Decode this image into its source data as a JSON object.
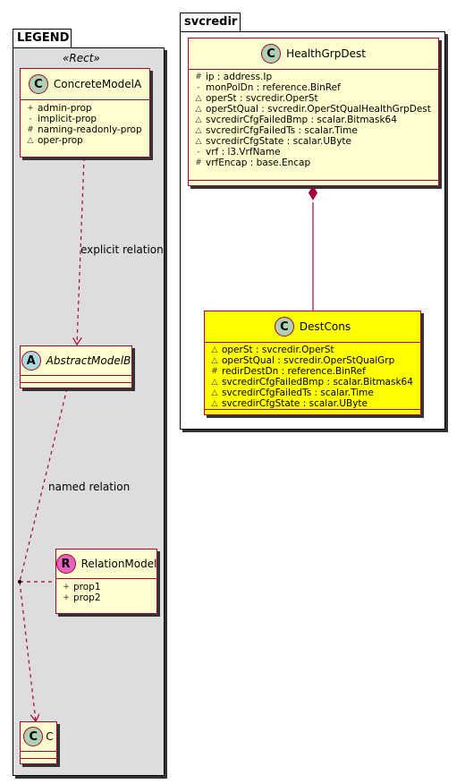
{
  "legend": {
    "title": "LEGEND",
    "stereotype": "«Rect»",
    "concrete": {
      "badge": "C",
      "name": "ConcreteModelA",
      "attrs": [
        {
          "vis": "+",
          "text": "admin-prop"
        },
        {
          "vis": "-",
          "text": "implicit-prop"
        },
        {
          "vis": "#",
          "text": "naming-readonly-prop"
        },
        {
          "vis": "△",
          "text": "oper-prop"
        }
      ]
    },
    "abstract": {
      "badge": "A",
      "name": "AbstractModelB"
    },
    "relation": {
      "badge": "R",
      "name": "RelationModel",
      "attrs": [
        {
          "vis": "+",
          "text": "prop1"
        },
        {
          "vis": "+",
          "text": "prop2"
        }
      ]
    },
    "c": {
      "badge": "C",
      "name": "C"
    },
    "explicit_label": "explicit relation",
    "named_label": "named relation"
  },
  "svcredir": {
    "title": "svcredir",
    "health": {
      "badge": "C",
      "name": "HealthGrpDest",
      "attrs": [
        {
          "vis": "#",
          "text": "ip : address.Ip"
        },
        {
          "vis": "-",
          "text": "monPolDn : reference.BinRef"
        },
        {
          "vis": "△",
          "text": "operSt : svcredir.OperSt"
        },
        {
          "vis": "△",
          "text": "operStQual : svcredir.OperStQualHealthGrpDest"
        },
        {
          "vis": "△",
          "text": "svcredirCfgFailedBmp : scalar.Bitmask64"
        },
        {
          "vis": "△",
          "text": "svcredirCfgFailedTs : scalar.Time"
        },
        {
          "vis": "△",
          "text": "svcredirCfgState : scalar.UByte"
        },
        {
          "vis": "-",
          "text": "vrf : l3.VrfName"
        },
        {
          "vis": "#",
          "text": "vrfEncap : base.Encap"
        }
      ]
    },
    "destcons": {
      "badge": "C",
      "name": "DestCons",
      "attrs": [
        {
          "vis": "△",
          "text": "operSt : svcredir.OperSt"
        },
        {
          "vis": "△",
          "text": "operStQual : svcredir.OperStQualGrp"
        },
        {
          "vis": "#",
          "text": "redirDestDn : reference.BinRef"
        },
        {
          "vis": "△",
          "text": "svcredirCfgFailedBmp : scalar.Bitmask64"
        },
        {
          "vis": "△",
          "text": "svcredirCfgFailedTs : scalar.Time"
        },
        {
          "vis": "△",
          "text": "svcredirCfgState : scalar.UByte"
        }
      ]
    }
  },
  "colors": {
    "class_fill": "#fefece",
    "class_border": "#a80036",
    "highlight_fill": "#ffff00",
    "badge_C": "#add1b2",
    "badge_A": "#a9dcdf",
    "badge_R": "#e462c0",
    "legend_bg": "#dddddd"
  }
}
